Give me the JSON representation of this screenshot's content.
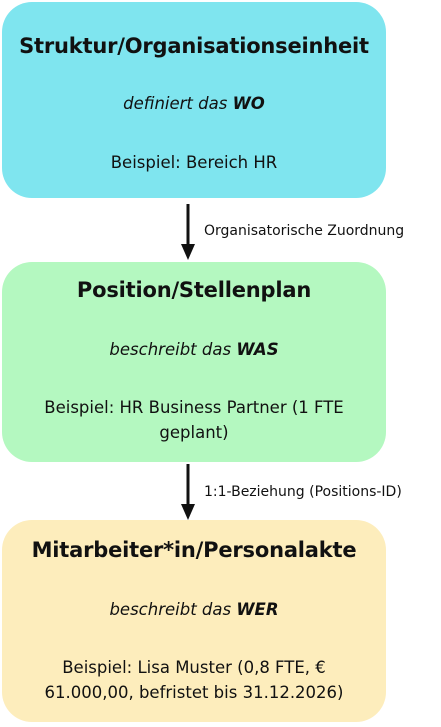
{
  "nodes": [
    {
      "title": "Struktur/Organisationseinheit",
      "subtitle_prefix": "definiert das",
      "subtitle_emphasis": "WO",
      "example": "Beispiel: Bereich HR",
      "color": "#7fe5ef"
    },
    {
      "title": "Position/Stellenplan",
      "subtitle_prefix": "beschreibt das",
      "subtitle_emphasis": "WAS",
      "example": "Beispiel: HR Business Partner (1 FTE geplant)",
      "color": "#b4f8c0"
    },
    {
      "title": "Mitarbeiter*in/Personalakte",
      "subtitle_prefix": "beschreibt das",
      "subtitle_emphasis": "WER",
      "example": "Beispiel: Lisa Muster (0,8 FTE, € 61.000,00, befristet bis 31.12.2026)",
      "color": "#fdedbc"
    }
  ],
  "edges": [
    {
      "from": 0,
      "to": 1,
      "label": "Organisatorische Zuordnung"
    },
    {
      "from": 1,
      "to": 2,
      "label": "1:1-Beziehung (Positions-ID)"
    }
  ]
}
